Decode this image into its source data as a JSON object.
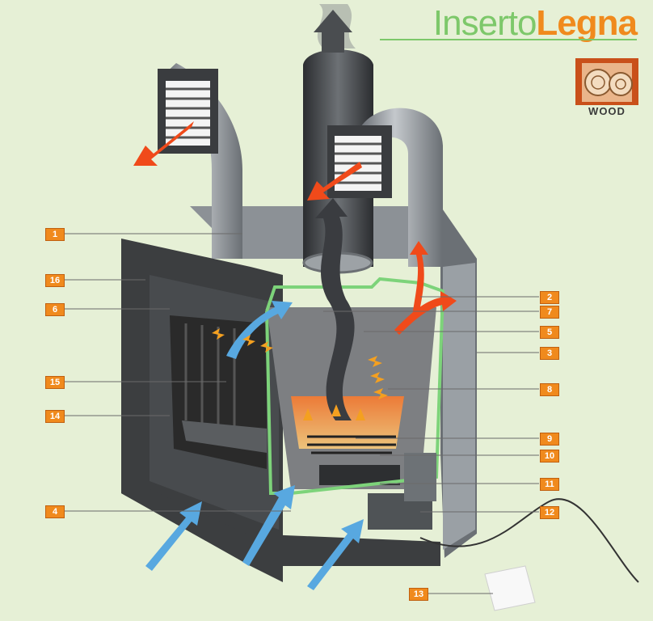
{
  "title": {
    "light": "Inserto",
    "bold": "Legna"
  },
  "badge": {
    "text": "WOOD"
  },
  "callouts": [
    "1",
    "2",
    "3",
    "4",
    "5",
    "6",
    "7",
    "8",
    "9",
    "10",
    "11",
    "12",
    "13",
    "14",
    "15",
    "16"
  ],
  "colors": {
    "accent": "#f08a1d",
    "title_green": "#7dc86a",
    "hot_air": "#f04a1a",
    "cold_air": "#58a8e0",
    "structure_green": "#7dd37a"
  }
}
